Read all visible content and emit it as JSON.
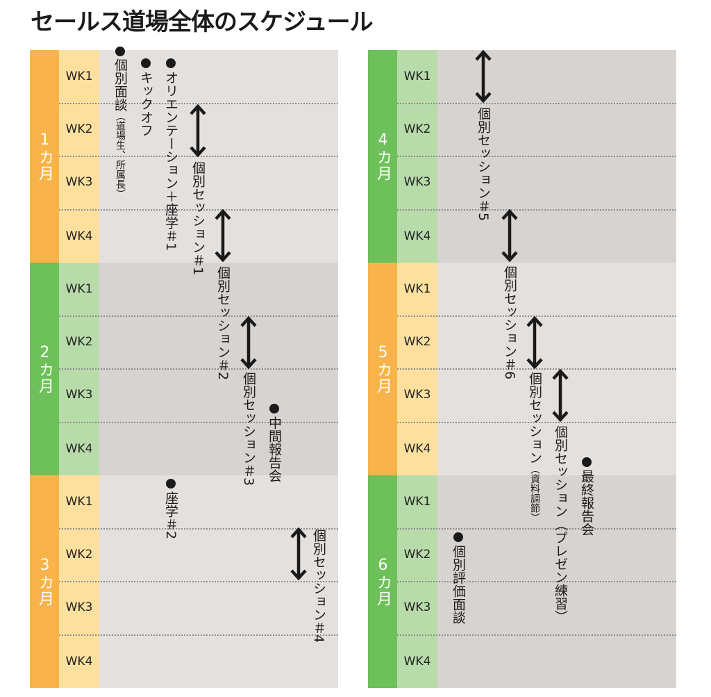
{
  "title": "セールス道場全体のスケジュール",
  "colors": {
    "orange": "#f8b44b",
    "orange_light": "#fde09e",
    "green": "#6ec05a",
    "green_light": "#b7dcaa",
    "area_light": "#e4e0dd",
    "area_dark": "#d7d3d0"
  },
  "week_labels": [
    "WK1",
    "WK2",
    "WK3",
    "WK4"
  ],
  "months": [
    {
      "label": "1カ月",
      "theme": "orange",
      "shade": "light"
    },
    {
      "label": "2カ月",
      "theme": "green",
      "shade": "dark"
    },
    {
      "label": "3カ月",
      "theme": "orange",
      "shade": "light"
    },
    {
      "label": "4カ月",
      "theme": "green",
      "shade": "dark"
    },
    {
      "label": "5カ月",
      "theme": "orange",
      "shade": "light"
    },
    {
      "label": "6カ月",
      "theme": "green",
      "shade": "dark"
    }
  ],
  "events": {
    "kojin_mendan": {
      "main": "個別面談",
      "note": "（道場生、所属長）"
    },
    "kickoff": "キックオフ",
    "orientation": "オリエンテーション＋座学＃1",
    "session1": "個別セッション＃1",
    "session2": "個別セッション＃2",
    "session3": "個別セッション＃3",
    "chukan": "中間報告会",
    "zagaku2": "座学＃2",
    "session4": "個別セッション＃4",
    "session5": "個別セッション＃5",
    "session6": "個別セッション＃6",
    "shiryo": {
      "main": "個別セッション",
      "note": "（資料調節）"
    },
    "presen": "個別セッション（プレゼン練習）",
    "saishu": "最終報告会",
    "hyoka": "個別評価面談"
  }
}
